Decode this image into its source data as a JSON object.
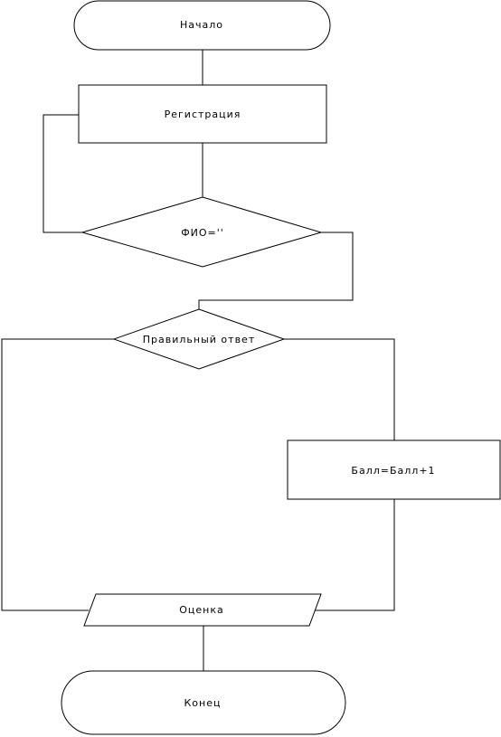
{
  "diagram": {
    "nodes": {
      "start": {
        "label": "Начало",
        "shape": "terminator"
      },
      "registration": {
        "label": "Регистрация",
        "shape": "process"
      },
      "fio_check": {
        "label": "ФИО=''",
        "shape": "decision"
      },
      "answer_check": {
        "label": "Правильный ответ",
        "shape": "decision"
      },
      "score_increment": {
        "label": "Балл=Балл+1",
        "shape": "process"
      },
      "grade": {
        "label": "Оценка",
        "shape": "data"
      },
      "end": {
        "label": "Конец",
        "shape": "terminator"
      }
    },
    "edges": [
      {
        "from": "start",
        "to": "registration"
      },
      {
        "from": "registration",
        "to": "fio_check"
      },
      {
        "from": "fio_check",
        "to": "registration"
      },
      {
        "from": "fio_check",
        "to": "answer_check"
      },
      {
        "from": "answer_check",
        "to": "score_increment"
      },
      {
        "from": "answer_check",
        "to": "grade"
      },
      {
        "from": "score_increment",
        "to": "grade"
      },
      {
        "from": "grade",
        "to": "end"
      }
    ],
    "colors": {
      "stroke": "#000000",
      "fill": "#ffffff"
    }
  }
}
